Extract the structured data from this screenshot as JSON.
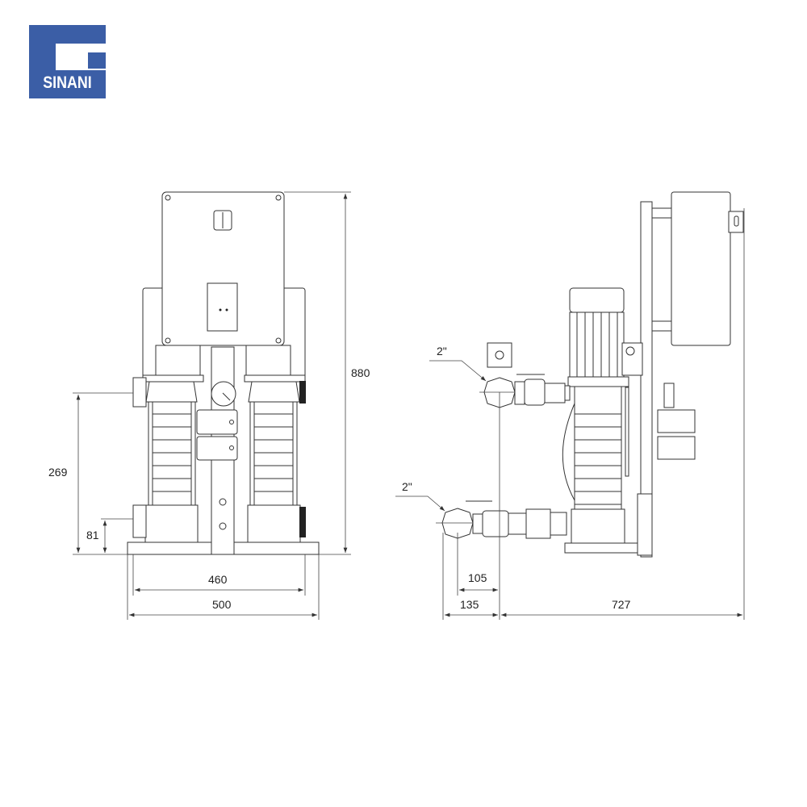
{
  "logo": {
    "text": "SINANI",
    "color": "#3b5ea6"
  },
  "front_view": {
    "dimensions": {
      "height_total": "880",
      "outlet_height": "269",
      "inlet_height": "81",
      "inner_width": "460",
      "base_width": "500"
    }
  },
  "side_view": {
    "pipe_labels": {
      "outlet": "2\"",
      "inlet": "2\""
    },
    "dimensions": {
      "inlet_offset": "105",
      "header_offset": "135",
      "depth": "727"
    }
  }
}
